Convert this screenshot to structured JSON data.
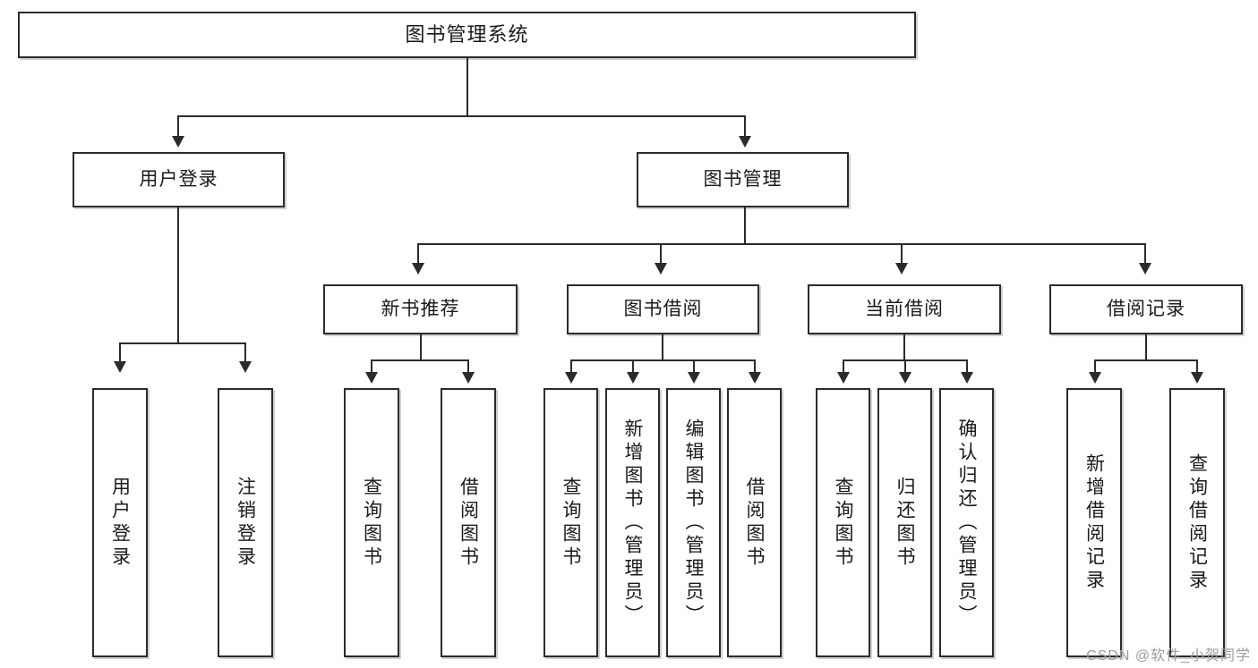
{
  "diagram": {
    "title": "图书管理系统",
    "watermark": "CSDN @软件_小贺同学",
    "accent_color": "#2b2b2b",
    "background_color": "#ffffff",
    "type": "tree",
    "root": "图书管理系统",
    "level2": [
      {
        "label": "用户登录"
      },
      {
        "label": "图书管理"
      }
    ],
    "level3": [
      {
        "label": "新书推荐"
      },
      {
        "label": "图书借阅"
      },
      {
        "label": "当前借阅"
      },
      {
        "label": "借阅记录"
      }
    ],
    "leaves": {
      "user_login": [
        {
          "label": "用户登录"
        },
        {
          "label": "注销登录"
        }
      ],
      "new_book": [
        {
          "label": "查询图书"
        },
        {
          "label": "借阅图书"
        }
      ],
      "book_borrow": [
        {
          "label": "查询图书"
        },
        {
          "label": "新增图书（管理员）"
        },
        {
          "label": "编辑图书（管理员）"
        },
        {
          "label": "借阅图书"
        }
      ],
      "current_borrow": [
        {
          "label": "查询图书"
        },
        {
          "label": "归还图书"
        },
        {
          "label": "确认归还（管理员）"
        }
      ],
      "borrow_record": [
        {
          "label": "新增借阅记录"
        },
        {
          "label": "查询借阅记录"
        }
      ]
    }
  }
}
